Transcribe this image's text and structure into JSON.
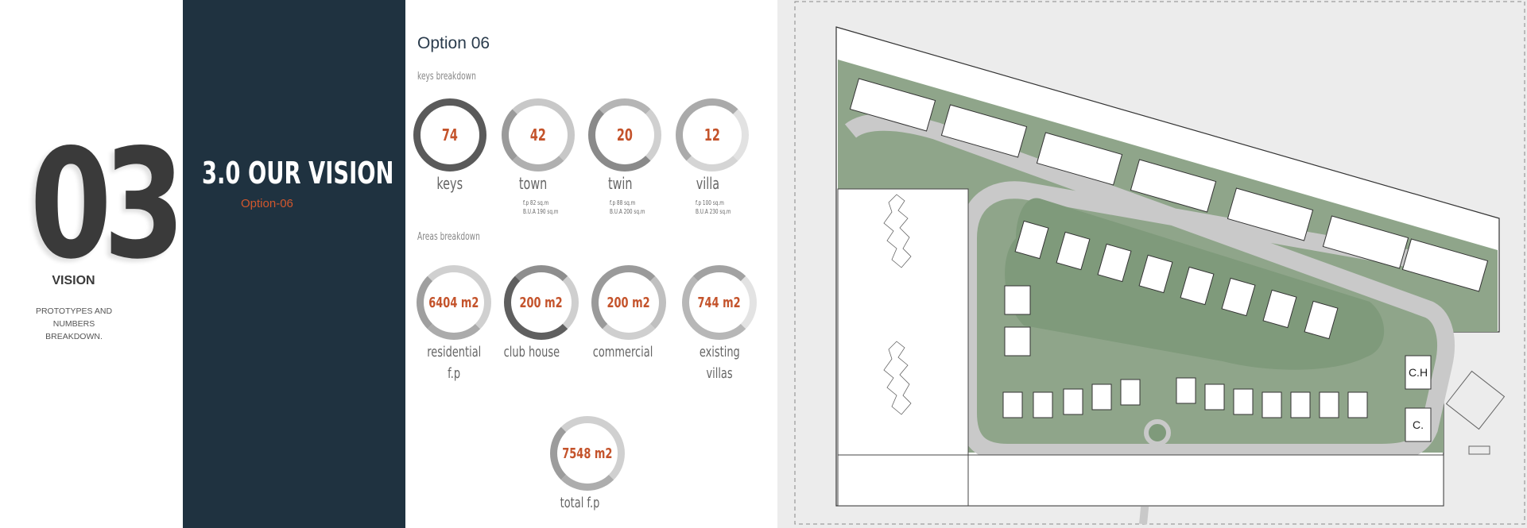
{
  "section": {
    "number": "03",
    "label": "VISION",
    "description_line1": "PROTOTYPES AND NUMBERS",
    "description_line2": "BREAKDOWN."
  },
  "header": {
    "title": "3.0 OUR VISION",
    "subtitle": "Option-06"
  },
  "option_title": "Option 06",
  "keys_breakdown": {
    "label": "keys breakdown",
    "items": [
      {
        "value": "74",
        "label": "keys",
        "note1": "",
        "note2": ""
      },
      {
        "value": "42",
        "label": "town",
        "note1": "f.p 82 sq.m",
        "note2": "B.U.A 190 sq.m"
      },
      {
        "value": "20",
        "label": "twin",
        "note1": "f.p 88 sq.m",
        "note2": "B.U.A 200 sq.m"
      },
      {
        "value": "12",
        "label": "villa",
        "note1": "f.p 100 sq.m",
        "note2": "B.U.A 230 sq.m"
      }
    ]
  },
  "areas_breakdown": {
    "label": "Areas breakdown",
    "items": [
      {
        "value": "6404 m2",
        "label1": "residential",
        "label2": "f.p"
      },
      {
        "value": "200 m2",
        "label1": "club house",
        "label2": ""
      },
      {
        "value": "200 m2",
        "label1": "commercial",
        "label2": ""
      },
      {
        "value": "744 m2",
        "label1": "existing",
        "label2": "villas"
      }
    ],
    "total": {
      "value": "7548 m2",
      "label": "total f.p"
    }
  },
  "site_plan": {
    "labels": [
      "C.H",
      "C."
    ],
    "colors": {
      "green": "#8fa58a",
      "road": "#c9c9c9",
      "background": "#ececec"
    }
  }
}
